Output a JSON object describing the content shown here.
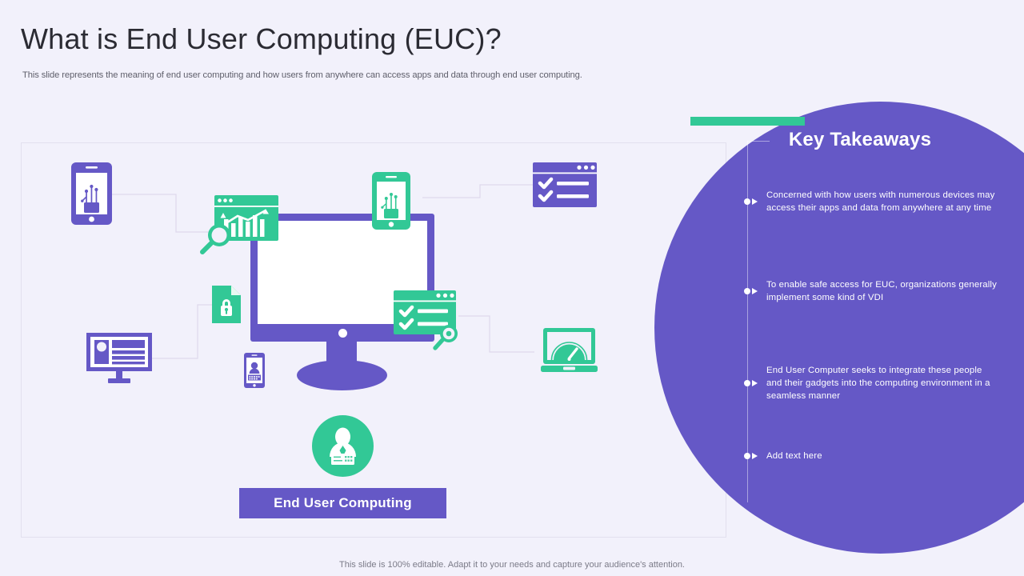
{
  "slide": {
    "title": "What is End User Computing (EUC)?",
    "subtitle": "This slide represents the meaning of end user computing and how users from anywhere can access apps and data through end user computing.",
    "footer": "This slide is 100% editable. Adapt it to your needs and capture your audience's attention."
  },
  "colors": {
    "background": "#f2f1fb",
    "purple": "#6558c6",
    "green": "#32c896",
    "title_text": "#2b2b33",
    "subtitle_text": "#5f5f6b",
    "panel_border": "#e2e0ee",
    "connector_line": "#ded9ec"
  },
  "diagram": {
    "center_label": "End User Computing",
    "icons": [
      {
        "name": "mobile-circuit-icon-purple",
        "color": "#6558c6",
        "position": "top-left-outer"
      },
      {
        "name": "desktop-profile-icon-purple",
        "color": "#6558c6",
        "position": "bottom-left-outer"
      },
      {
        "name": "checklist-window-icon-purple",
        "color": "#6558c6",
        "position": "top-right-outer"
      },
      {
        "name": "laptop-speedometer-icon-green",
        "color": "#32c896",
        "position": "bottom-right-outer"
      },
      {
        "name": "analytics-search-icon-green",
        "color": "#32c896",
        "position": "monitor-top-left"
      },
      {
        "name": "mobile-circuit-icon-green",
        "color": "#32c896",
        "position": "monitor-top"
      },
      {
        "name": "document-lock-icon-green",
        "color": "#32c896",
        "position": "monitor-left"
      },
      {
        "name": "checklist-search-icon-green",
        "color": "#32c896",
        "position": "monitor-bottom-right"
      },
      {
        "name": "mobile-id-card-icon-purple",
        "color": "#6558c6",
        "position": "monitor-bottom-left"
      },
      {
        "name": "user-badge-icon-green",
        "color": "#32c896",
        "position": "center-bottom"
      }
    ]
  },
  "key_takeaways": {
    "heading": "Key Takeaways",
    "items": [
      {
        "text": "Concerned with how users with numerous devices may access their apps and data from anywhere at any time"
      },
      {
        "text": "To enable safe access for EUC, organizations generally implement some kind of VDI"
      },
      {
        "text": "End User Computer seeks to integrate these people and their gadgets into the computing environment in a seamless manner"
      },
      {
        "text": "Add text here"
      }
    ]
  }
}
